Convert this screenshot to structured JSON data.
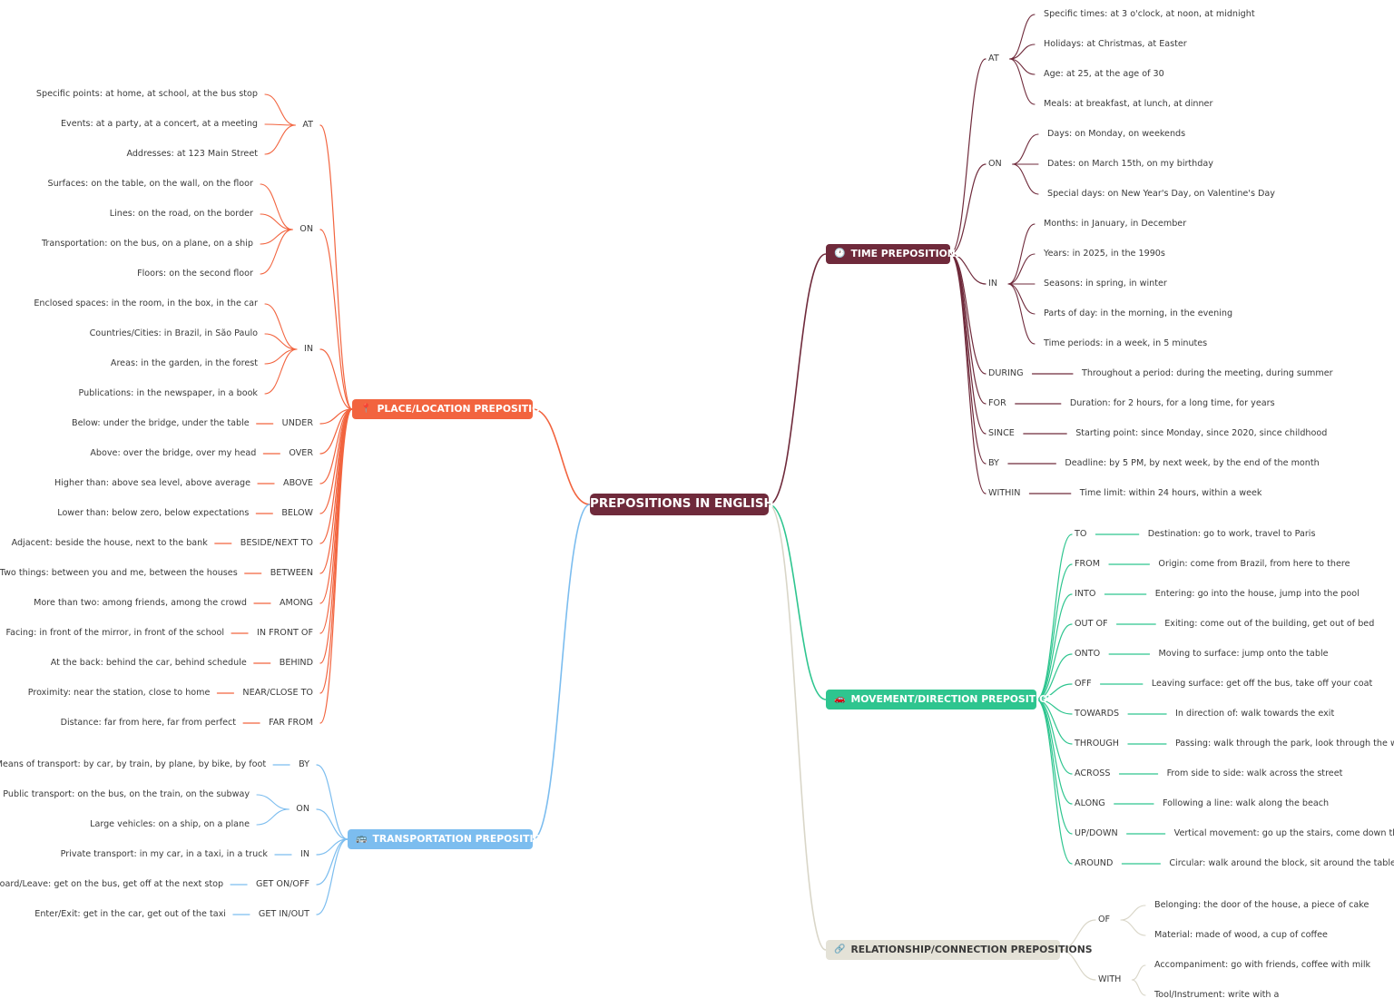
{
  "root": {
    "title": "PREPOSITIONS IN ENGLISH"
  },
  "branches": [
    {
      "key": "time",
      "title": "TIME PREPOSITIONS",
      "icon": "🕐",
      "icon_name": "clock-icon",
      "color": "#6f2a3b",
      "groups": [
        {
          "label": "AT",
          "items": [
            "Specific times: at 3 o'clock, at noon, at midnight",
            "Holidays: at Christmas, at Easter",
            "Age: at 25, at the age of 30",
            "Meals: at breakfast, at lunch, at dinner"
          ]
        },
        {
          "label": "ON",
          "items": [
            "Days: on Monday, on weekends",
            "Dates: on March 15th, on my birthday",
            "Special days: on New Year's Day, on Valentine's Day"
          ]
        },
        {
          "label": "IN",
          "items": [
            "Months: in January, in December",
            "Years: in 2025, in the 1990s",
            "Seasons: in spring, in winter",
            "Parts of day: in the morning, in the evening",
            "Time periods: in a week, in 5 minutes"
          ]
        },
        {
          "label": "DURING",
          "items": [
            "Throughout a period: during the meeting, during summer"
          ]
        },
        {
          "label": "FOR",
          "items": [
            "Duration: for 2 hours, for a long time, for years"
          ]
        },
        {
          "label": "SINCE",
          "items": [
            "Starting point: since Monday, since 2020, since childhood"
          ]
        },
        {
          "label": "BY",
          "items": [
            "Deadline: by 5 PM, by next week, by the end of the month"
          ]
        },
        {
          "label": "WITHIN",
          "items": [
            "Time limit: within 24 hours, within a week"
          ]
        }
      ]
    },
    {
      "key": "movement",
      "title": "MOVEMENT/DIRECTION PREPOSITIONS",
      "icon": "🚗",
      "icon_name": "car-icon",
      "color": "#2ec58f",
      "groups": [
        {
          "label": "TO",
          "items": [
            "Destination: go to work, travel to Paris"
          ]
        },
        {
          "label": "FROM",
          "items": [
            "Origin: come from Brazil, from here to there"
          ]
        },
        {
          "label": "INTO",
          "items": [
            "Entering: go into the house, jump into the pool"
          ]
        },
        {
          "label": "OUT OF",
          "items": [
            "Exiting: come out of the building, get out of bed"
          ]
        },
        {
          "label": "ONTO",
          "items": [
            "Moving to surface: jump onto the table"
          ]
        },
        {
          "label": "OFF",
          "items": [
            "Leaving surface: get off the bus, take off your coat"
          ]
        },
        {
          "label": "TOWARDS",
          "items": [
            "In direction of: walk towards the exit"
          ]
        },
        {
          "label": "THROUGH",
          "items": [
            "Passing: walk through the park, look through the window"
          ]
        },
        {
          "label": "ACROSS",
          "items": [
            "From side to side: walk across the street"
          ]
        },
        {
          "label": "ALONG",
          "items": [
            "Following a line: walk along the beach"
          ]
        },
        {
          "label": "UP/DOWN",
          "items": [
            "Vertical movement: go up the stairs, come down the hill"
          ]
        },
        {
          "label": "AROUND",
          "items": [
            "Circular: walk around the block, sit around the table"
          ]
        }
      ]
    },
    {
      "key": "relationship",
      "title": "RELATIONSHIP/CONNECTION PREPOSITIONS",
      "icon": "🔗",
      "icon_name": "link-icon",
      "color": "#e4e2d7",
      "groups": [
        {
          "label": "OF",
          "items": [
            "Belonging: the door of the house, a piece of cake",
            "Material: made of wood, a cup of coffee"
          ]
        },
        {
          "label": "WITH",
          "items": [
            "Accompaniment: go with friends, coffee with milk",
            "Tool/Instrument: write with a"
          ]
        }
      ]
    },
    {
      "key": "place",
      "title": "PLACE/LOCATION PREPOSITIONS",
      "icon": "📍",
      "icon_name": "pin-icon",
      "color": "#f2643f",
      "groups": [
        {
          "label": "AT",
          "items": [
            "Specific points: at home, at school, at the bus stop",
            "Events: at a party, at a concert, at a meeting",
            "Addresses: at 123 Main Street"
          ]
        },
        {
          "label": "ON",
          "items": [
            "Surfaces: on the table, on the wall, on the floor",
            "Lines: on the road, on the border",
            "Transportation: on the bus, on a plane, on a ship",
            "Floors: on the second floor"
          ]
        },
        {
          "label": "IN",
          "items": [
            "Enclosed spaces: in the room, in the box, in the car",
            "Countries/Cities: in Brazil, in São Paulo",
            "Areas: in the garden, in the forest",
            "Publications: in the newspaper, in a book"
          ]
        },
        {
          "label": "UNDER",
          "items": [
            "Below: under the bridge, under the table"
          ]
        },
        {
          "label": "OVER",
          "items": [
            "Above: over the bridge, over my head"
          ]
        },
        {
          "label": "ABOVE",
          "items": [
            "Higher than: above sea level, above average"
          ]
        },
        {
          "label": "BELOW",
          "items": [
            "Lower than: below zero, below expectations"
          ]
        },
        {
          "label": "BESIDE/NEXT TO",
          "items": [
            "Adjacent: beside the house, next to the bank"
          ]
        },
        {
          "label": "BETWEEN",
          "items": [
            "Two things: between you and me, between the houses"
          ]
        },
        {
          "label": "AMONG",
          "items": [
            "More than two: among friends, among the crowd"
          ]
        },
        {
          "label": "IN FRONT OF",
          "items": [
            "Facing: in front of the mirror, in front of the school"
          ]
        },
        {
          "label": "BEHIND",
          "items": [
            "At the back: behind the car, behind schedule"
          ]
        },
        {
          "label": "NEAR/CLOSE TO",
          "items": [
            "Proximity: near the station, close to home"
          ]
        },
        {
          "label": "FAR FROM",
          "items": [
            "Distance: far from here, far from perfect"
          ]
        }
      ]
    },
    {
      "key": "transport",
      "title": "TRANSPORTATION PREPOSITIONS",
      "icon": "🚌",
      "icon_name": "bus-icon",
      "color": "#7cbdef",
      "groups": [
        {
          "label": "BY",
          "items": [
            "Means of transport: by car, by train, by plane, by bike, by foot"
          ]
        },
        {
          "label": "ON",
          "items": [
            "Public transport: on the bus, on the train, on the subway",
            "Large vehicles: on a ship, on a plane"
          ]
        },
        {
          "label": "IN",
          "items": [
            "Private transport: in my car, in a taxi, in a truck"
          ]
        },
        {
          "label": "GET ON/OFF",
          "items": [
            "Board/Leave: get on the bus, get off at the next stop"
          ]
        },
        {
          "label": "GET IN/OUT",
          "items": [
            "Enter/Exit: get in the car, get out of the taxi"
          ]
        }
      ]
    }
  ]
}
